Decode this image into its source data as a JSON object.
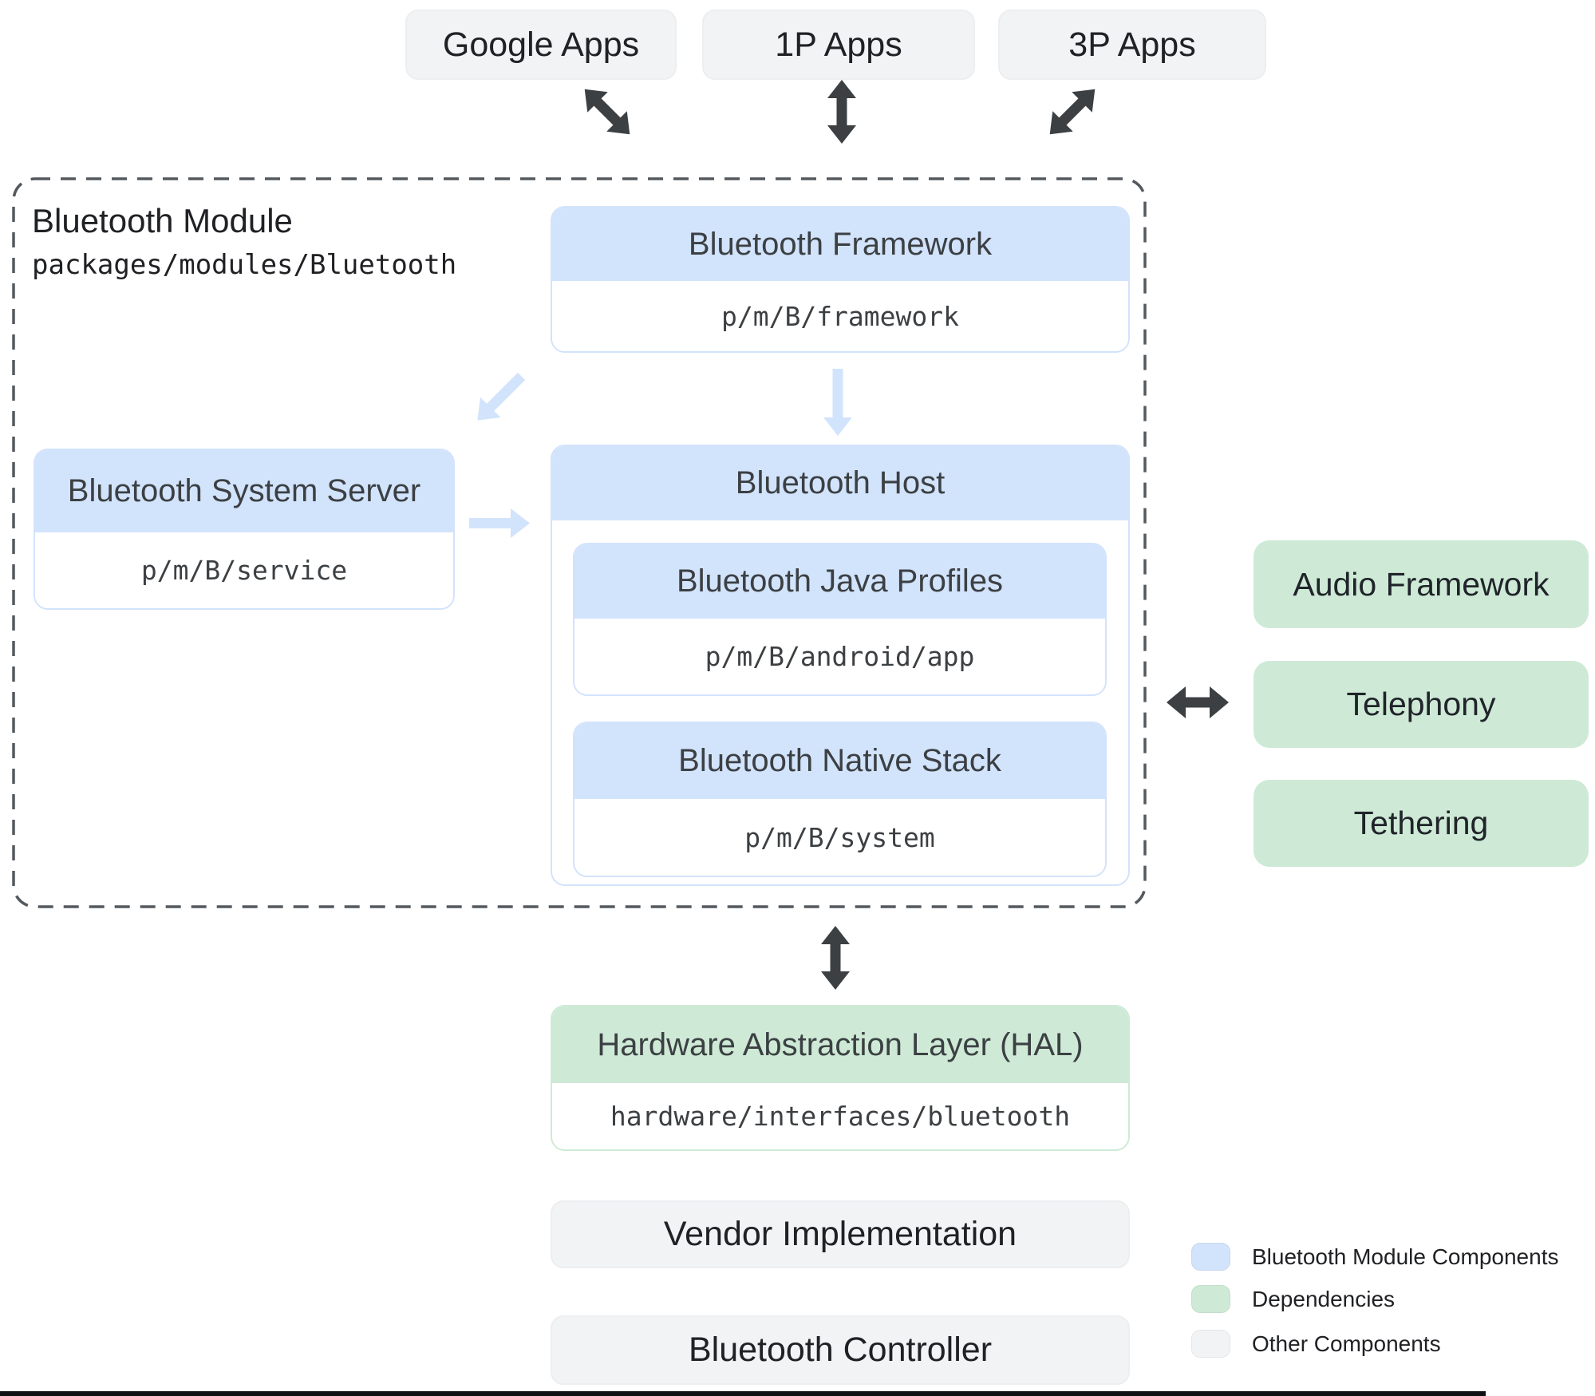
{
  "top_apps": [
    {
      "label": "Google Apps"
    },
    {
      "label": "1P Apps"
    },
    {
      "label": "3P Apps"
    }
  ],
  "module": {
    "title": "Bluetooth Module",
    "path": "packages/modules/Bluetooth",
    "framework": {
      "title": "Bluetooth Framework",
      "path": "p/m/B/framework"
    },
    "system_server": {
      "title": "Bluetooth System Server",
      "path": "p/m/B/service"
    },
    "host": {
      "title": "Bluetooth Host",
      "java_profiles": {
        "title": "Bluetooth Java Profiles",
        "path": "p/m/B/android/app"
      },
      "native_stack": {
        "title": "Bluetooth Native Stack",
        "path": "p/m/B/system"
      }
    }
  },
  "dependencies": [
    {
      "label": "Audio Framework"
    },
    {
      "label": "Telephony"
    },
    {
      "label": "Tethering"
    }
  ],
  "hal": {
    "title": "Hardware Abstraction Layer (HAL)",
    "path": "hardware/interfaces/bluetooth"
  },
  "other_components": [
    {
      "label": "Vendor Implementation"
    },
    {
      "label": "Bluetooth Controller"
    }
  ],
  "legend": {
    "items": [
      {
        "label": "Bluetooth Module Components",
        "color": "#d2e3fc"
      },
      {
        "label": "Dependencies",
        "color": "#ceead6"
      },
      {
        "label": "Other Components",
        "color": "#f1f3f4"
      }
    ]
  },
  "colors": {
    "module_component": "#d2e3fc",
    "dependency": "#ceead6",
    "other_component": "#f1f3f4",
    "dark_arrow": "#3c4043",
    "light_arrow": "#d2e3fc",
    "dashed_border": "#5f6368"
  }
}
